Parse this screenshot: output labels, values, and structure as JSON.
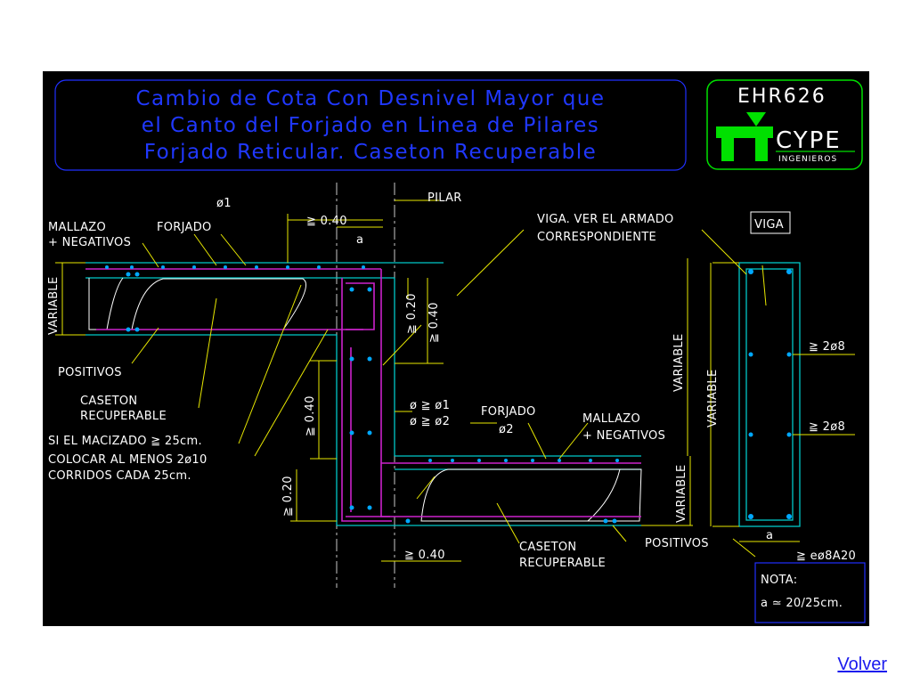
{
  "title": {
    "line1": "Cambio de Cota Con Desnivel Mayor que",
    "line2": "el Canto del Forjado en Linea de Pilares",
    "line3": "Forjado Reticular. Caseton Recuperable"
  },
  "logo": {
    "code": "EHR626",
    "brand": "CYPE",
    "sub": "INGENIEROS"
  },
  "labels": {
    "phi1": "ø1",
    "pilar": "PILAR",
    "ge040_top": "≧ 0.40",
    "a_top": "a",
    "mallazo_l": "MALLAZO",
    "negativos_l": "+ NEGATIVOS",
    "forjado_l": "FORJADO",
    "viga_ver": "VIGA. VER EL ARMADO",
    "correspondiente": "CORRESPONDIENTE",
    "viga_box": "VIGA",
    "variable_l": "VARIABLE",
    "ge020_v": "≧ 0.20",
    "ge040_v": "≧ 0.40",
    "positivos_l": "POSITIVOS",
    "caseton_l1": "CASETON",
    "recuperable_l": "RECUPERABLE",
    "si_el": "SI EL MACIZADO ≧ 25cm.",
    "colocar": "COLOCAR AL MENOS 2ø10",
    "corridos": "CORRIDOS CADA 25cm.",
    "ge040_mid": "≧ 0.40",
    "phi_ge_phi1": "ø ≧ ø1",
    "phi_ge_phi2": "ø ≧ ø2",
    "forjado_r": "FORJADO",
    "phi2": "ø2",
    "mallazo_r": "MALLAZO",
    "negativos_r": "+ NEGATIVOS",
    "ge020_low": "≧ 0.20",
    "ge040_bottom": "≧ 0.40",
    "caseton_r1": "CASETON",
    "recuperable_r": "RECUPERABLE",
    "positivos_r": "POSITIVOS",
    "variable_r1": "VARIABLE",
    "variable_r2": "VARIABLE",
    "variable_r3": "VARIABLE",
    "ge2phi8_a": "≧ 2ø8",
    "ge2phi8_b": "≧ 2ø8",
    "a_beam": "a",
    "estribo": "≧ eø8A20",
    "nota": "NOTA:",
    "nota_val": "a ≃ 20/25cm."
  },
  "nav": {
    "volver": "Volver"
  },
  "colors": {
    "background": "#000000",
    "title": "#2038ff",
    "frame": "#2030ff",
    "logo_green": "#00e000",
    "structure": "#00c8c8",
    "rebar": "#cc22cc",
    "dimension": "#e8e800",
    "bars": "#00a8ff",
    "text": "#ffffff",
    "link": "#1a1aee"
  }
}
